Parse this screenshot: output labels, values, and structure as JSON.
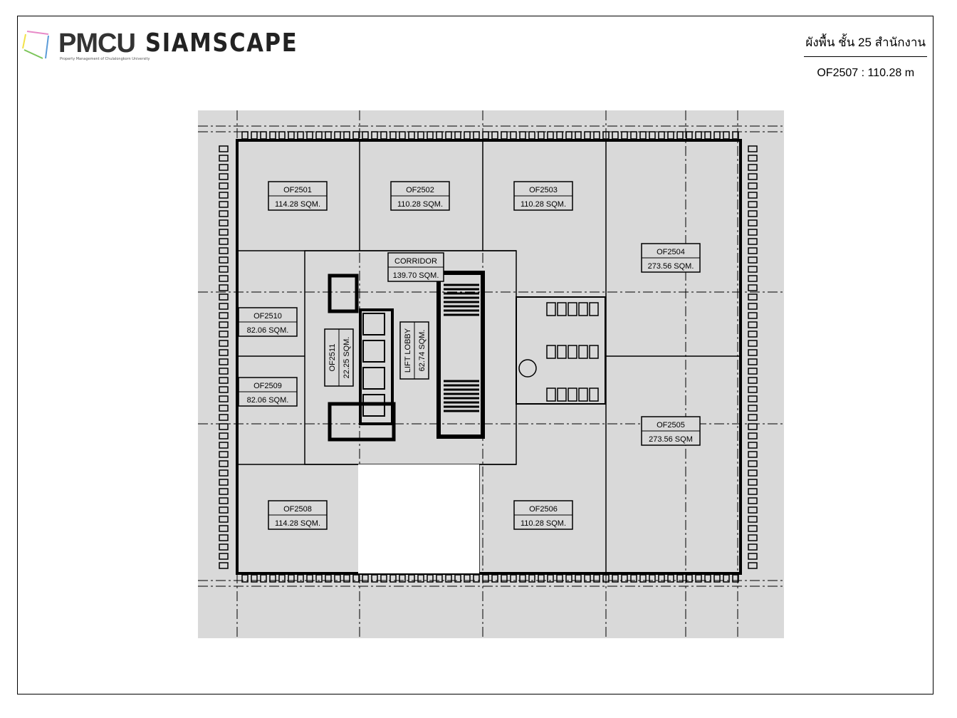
{
  "header": {
    "logo_brand": "PMCU",
    "logo_brand2": "SIAMSCAPE",
    "logo_subtitle": "Property Management of Chulalongkorn University",
    "title": "ผังพื้น ชั้น 25 สำนักงาน",
    "unit_info": "OF2507 : 110.28 m"
  },
  "rooms": [
    {
      "id": "OF2501",
      "area": "114.28 SQM."
    },
    {
      "id": "OF2502",
      "area": "110.28 SQM."
    },
    {
      "id": "OF2503",
      "area": "110.28 SQM."
    },
    {
      "id": "OF2504",
      "area": "273.56 SQM."
    },
    {
      "id": "OF2505",
      "area": "273.56 SQM"
    },
    {
      "id": "OF2506",
      "area": "110.28 SQM."
    },
    {
      "id": "OF2508",
      "area": "114.28 SQM."
    },
    {
      "id": "OF2509",
      "area": "82.06 SQM."
    },
    {
      "id": "OF2510",
      "area": "82.06 SQM."
    },
    {
      "id": "OF2511",
      "area": "22.25 SQM."
    },
    {
      "id": "CORRIDOR",
      "area": "139.70 SQM."
    },
    {
      "id": "LIFT LOBBY",
      "area": "62.74 SQM."
    }
  ]
}
